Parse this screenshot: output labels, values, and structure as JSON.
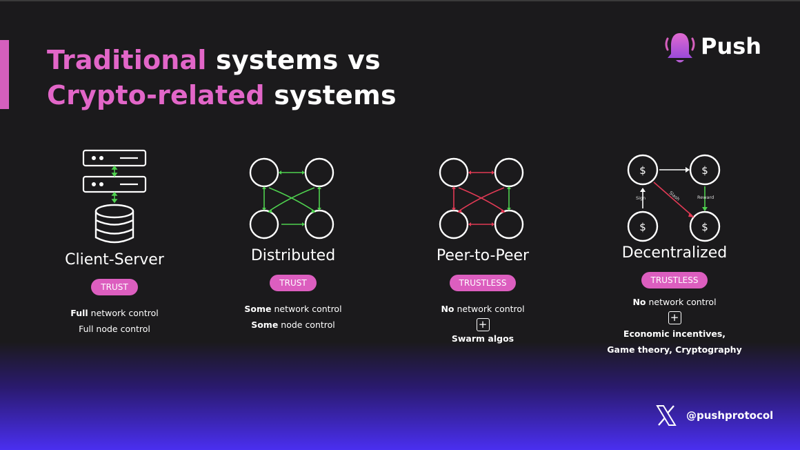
{
  "title": {
    "line1_highlight": "Traditional",
    "line1_rest": "systems vs",
    "line2_highlight": "Crypto-related",
    "line2_rest": "systems"
  },
  "brand": {
    "name": "Push",
    "handle": "@pushprotocol",
    "accent": "#dc5ebf",
    "gradient_bottom": "#4a2ff0"
  },
  "columns": [
    {
      "title": "Client-Server",
      "badge": "TRUST",
      "lines": [
        {
          "bold": "Full",
          "rest": " network control"
        },
        {
          "bold": "",
          "rest": "Full node control"
        }
      ]
    },
    {
      "title": "Distributed",
      "badge": "TRUST",
      "lines": [
        {
          "bold": "Some",
          "rest": " network control"
        },
        {
          "bold": "Some",
          "rest": " node control"
        }
      ]
    },
    {
      "title": "Peer-to-Peer",
      "badge": "TRUSTLESS",
      "line1": {
        "bold": "No",
        "rest": " network control"
      },
      "extra": "Swarm algos"
    },
    {
      "title": "Decentralized",
      "badge": "TRUSTLESS",
      "line1": {
        "bold": "No",
        "rest": " network control"
      },
      "extra1": "Economic incentives,",
      "extra2": "Game theory, Cryptography",
      "diagram_labels": {
        "node": "$",
        "sign": "Sign",
        "slash": "Slash",
        "reward": "Reward"
      }
    }
  ],
  "icons": [
    "server-stack-icon",
    "database-icon",
    "x-logo-icon",
    "push-bell-icon",
    "plus-icon"
  ]
}
